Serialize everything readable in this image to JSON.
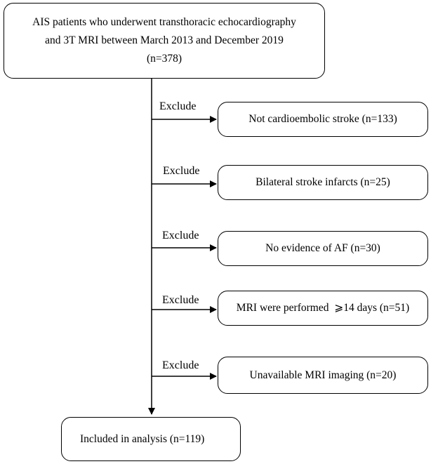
{
  "start_box": {
    "line1": "AIS patients who underwent transthoracic echocardiography",
    "line2": "and 3T MRI between March 2013 and December 2019",
    "line3": "(n=378)"
  },
  "exclusions": [
    {
      "label": "Exclude",
      "text": "Not cardioembolic stroke (n=133)"
    },
    {
      "label": "Exclude",
      "text": "Bilateral stroke infarcts (n=25)"
    },
    {
      "label": "Exclude",
      "text": "No evidence of AF (n=30)"
    },
    {
      "label": "Exclude",
      "text": "MRI were performed  ⩾14 days (n=51)"
    },
    {
      "label": "Exclude",
      "text": "Unavailable MRI imaging (n=20)"
    }
  ],
  "final_box": {
    "text": "Included in analysis (n=119)"
  }
}
